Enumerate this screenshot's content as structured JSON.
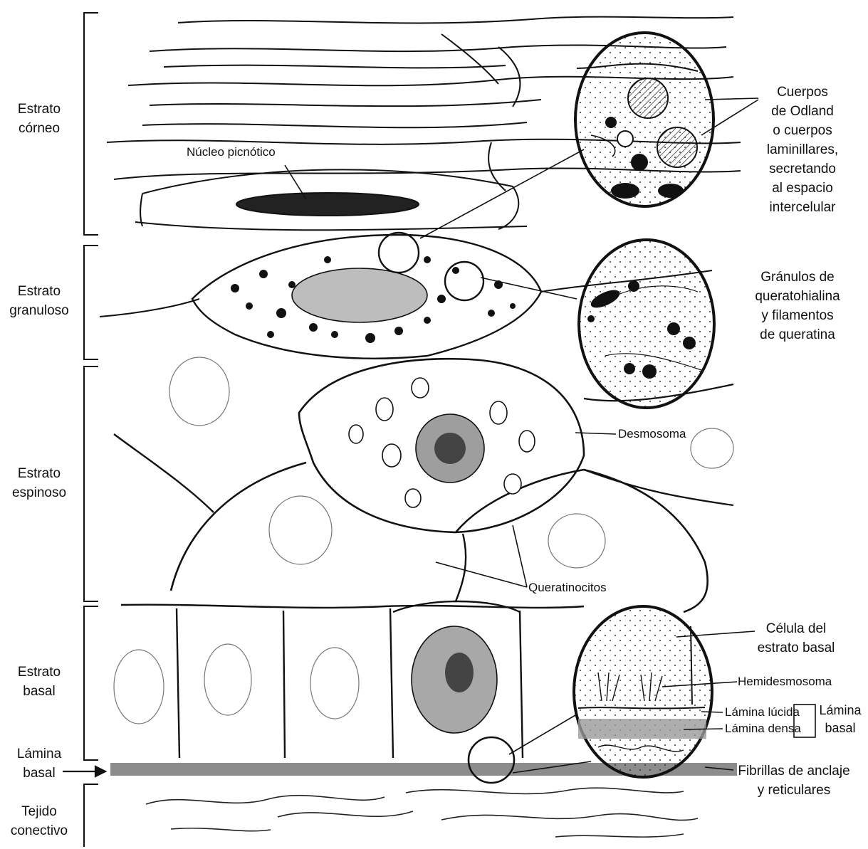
{
  "strata": [
    {
      "id": "corneo",
      "label": "Estrato\ncórneo"
    },
    {
      "id": "granuloso",
      "label": "Estrato\ngranuloso"
    },
    {
      "id": "espinoso",
      "label": "Estrato\nespinoso"
    },
    {
      "id": "basal",
      "label": "Estrato\nbasal"
    },
    {
      "id": "lamina",
      "label": "Lámina\nbasal"
    },
    {
      "id": "conectivo",
      "label": "Tejido\nconectivo"
    }
  ],
  "annotations": {
    "nucleo_picnotico": "Núcleo picnótico",
    "odland": "Cuerpos\nde Odland\no cuerpos\nlaminillares,\nsecretando\nal espacio\nintercelular",
    "granulos": "Gránulos de\nqueratohialina\ny filamentos\nde queratina",
    "desmosoma": "Desmosoma",
    "queratinocitos": "Queratinocitos",
    "celula_basal": "Célula del\nestrato basal",
    "hemidesmosoma": "Hemidesmosoma",
    "lamina_lucida": "Lámina lúcida",
    "lamina_densa": "Lámina densa",
    "lamina_basal_group": "Lámina\nbasal",
    "fibrillas": "Fibrillas de anclaje\ny reticulares"
  },
  "colors": {
    "ink": "#111111",
    "basal_membrane": "#8c8c8c",
    "stipple": "#333333"
  }
}
